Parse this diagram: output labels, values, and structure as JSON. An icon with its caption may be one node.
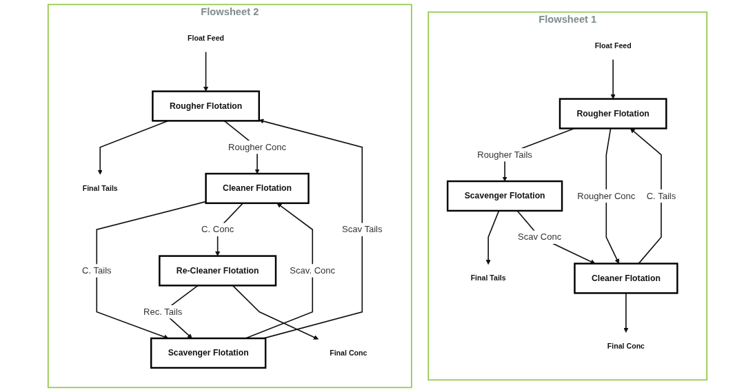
{
  "diagram": {
    "nodes": [
      {
        "text": [
          "Flowsheet 1"
        ]
      },
      {
        "text": [
          "Float Feed"
        ],
        "in": 0
      },
      {
        "text": [
          "Rougher Flotation"
        ],
        "in": 0
      },
      {
        "text": [
          "Scavenger Flotation"
        ],
        "in": 0
      },
      {
        "text": [
          "Final Tails"
        ],
        "in": 0
      },
      {
        "text": [
          "Cleaner Flotation"
        ],
        "in": 0
      },
      {
        "text": [
          "Final Conc"
        ],
        "in": 0
      },
      {
        "text": [
          "Flowsheet 2"
        ]
      },
      {
        "text": [
          "Float Feed"
        ],
        "in": 7
      },
      {
        "text": [
          "Rougher Flotation"
        ],
        "in": 7
      },
      {
        "text": [
          "Final Tails"
        ],
        "in": 7
      },
      {
        "text": [
          "Scavenger Flotation"
        ],
        "in": 7
      },
      {
        "text": [
          "Cleaner Flotation"
        ],
        "in": 7
      },
      {
        "text": [
          "Re-Cleaner Flotation"
        ],
        "in": 7
      },
      {
        "text": [
          "Final Conc"
        ],
        "in": 7
      }
    ],
    "edges": [
      {
        "from": 1,
        "to": 2,
        "arrow": "to"
      },
      {
        "from": 2,
        "to": 3,
        "arrow": "to",
        "label": "Rougher Tails"
      },
      {
        "from": 2,
        "to": 5,
        "arrow": "to",
        "label": "Rougher Conc"
      },
      {
        "from": 3,
        "to": 4,
        "arrow": "to"
      },
      {
        "from": 3,
        "to": 5,
        "arrow": "to",
        "label": "Scav Conc"
      },
      {
        "from": 5,
        "to": 2,
        "arrow": "to",
        "label": "C. Tails"
      },
      {
        "from": 5,
        "to": 6,
        "arrow": "to"
      },
      {
        "from": 8,
        "to": 9,
        "arrow": "to"
      },
      {
        "from": 9,
        "to": 10,
        "arrow": "to"
      },
      {
        "from": 9,
        "to": 12,
        "arrow": "to",
        "label": "Rougher Conc"
      },
      {
        "from": 11,
        "to": 9,
        "arrow": "to",
        "label": "Scav Tails"
      },
      {
        "from": 11,
        "to": 12,
        "arrow": "to",
        "label": "Scav. Conc"
      },
      {
        "from": 12,
        "to": 11,
        "arrow": "to",
        "label": "C. Tails"
      },
      {
        "from": 12,
        "to": 13,
        "arrow": "to",
        "label": "C. Conc"
      },
      {
        "from": 13,
        "to": 11,
        "arrow": "to",
        "label": "Rec. Tails"
      },
      {
        "from": 13,
        "to": 14,
        "arrow": "to"
      }
    ]
  }
}
